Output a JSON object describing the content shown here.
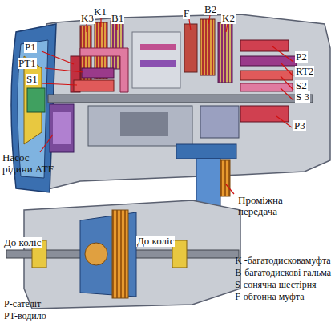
{
  "diagram": {
    "labels": [
      "K3",
      "K1",
      "B1",
      "F",
      "B2",
      "K2",
      "P1",
      "PT1",
      "S1",
      "P2",
      "RT2",
      "S2",
      "S 3",
      "P3",
      "Насос рідини ATF",
      "Проміжна передача",
      "До коліс",
      "До коліс",
      "K -багатодисковамуфта",
      "B-багатодискові гальма",
      "S-сонячна шестірня",
      "F-обгонна муфта",
      "P-сателіт",
      "PT-водило"
    ]
  }
}
